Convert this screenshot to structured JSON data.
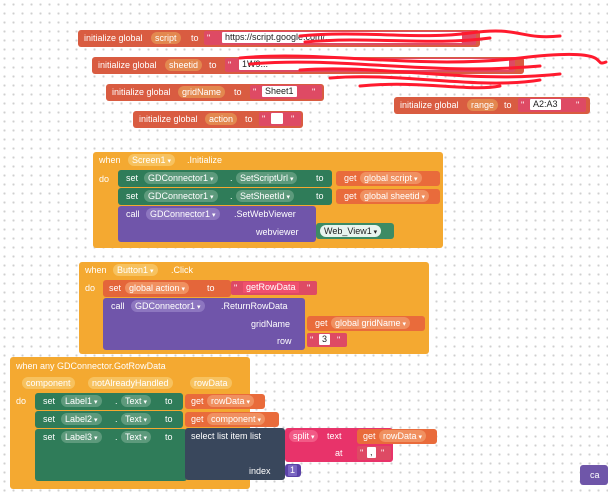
{
  "kw": {
    "initialize_global": "initialize global",
    "to": "to",
    "when": "when",
    "do": "do",
    "set": "set",
    "call": "call",
    "get": "get",
    "dot": ".",
    "when_any": "when any GDConnector.GotRowData",
    "quote": "\""
  },
  "globals": {
    "script_name": "script",
    "script_value": "https://script.google.com/...",
    "sheetid_name": "sheetid",
    "sheetid_value": "1W9...",
    "gridName_name": "gridName",
    "gridName_value": "Sheet1",
    "range_name": "range",
    "range_value": "A2:A3",
    "action_name": "action",
    "action_value": ""
  },
  "screen_init": {
    "component": "Screen1",
    "event": ".Initialize",
    "gd": "GDConnector1",
    "setScriptUrl": "SetScriptUrl",
    "setSheetId": "SetSheetId",
    "get_script": "global script",
    "get_sheetid": "global sheetid",
    "setWebViewer": ".SetWebViewer",
    "webviewer_label": "webviewer",
    "webview": "Web_View1"
  },
  "button_click": {
    "component": "Button1",
    "event": ".Click",
    "set_target": "global action",
    "value": "getRowData",
    "gd": "GDConnector1",
    "method": ".ReturnRowData",
    "gridName_label": "gridName",
    "get_gridName": "global gridName",
    "row_label": "row",
    "row_value": "3"
  },
  "got_row": {
    "params": [
      "component",
      "notAlreadyHandled",
      "rowData"
    ],
    "label1": "Label1",
    "label2": "Label2",
    "label3": "Label3",
    "prop_text": "Text",
    "get_rowData": "rowData",
    "get_component": "component",
    "select_list_item": "select list item  list",
    "split": "split",
    "text_kw": "text",
    "at_kw": "at",
    "at_value": ",",
    "index_kw": "index",
    "index_value": "1"
  },
  "partial_block": "ca",
  "colors": {
    "init": "#d95c41",
    "event": "#f4a931",
    "component_set": "#2f7c59",
    "method_call": "#7055aa",
    "text": "#de4a64",
    "get": "#e96b3b",
    "list": "#39475c",
    "math": "#5b42a8",
    "scribble": "#ff1a2e"
  }
}
